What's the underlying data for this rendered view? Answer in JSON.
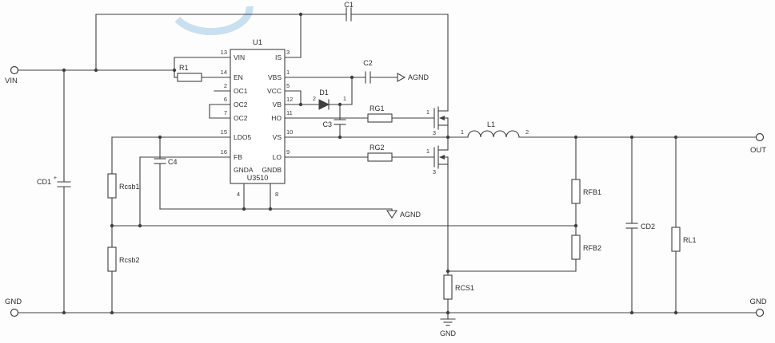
{
  "schematic": {
    "ic": {
      "ref": "U1",
      "part": "U3510",
      "left_pins": [
        {
          "num": "13",
          "name": "VIN"
        },
        {
          "num": "14",
          "name": "EN"
        },
        {
          "num": "2",
          "name": "OC1"
        },
        {
          "num": "6",
          "name": "OC2"
        },
        {
          "num": "7",
          "name": "OC2"
        },
        {
          "num": "15",
          "name": "LDO5"
        },
        {
          "num": "16",
          "name": "FB"
        }
      ],
      "right_pins": [
        {
          "num": "3",
          "name": "IS"
        },
        {
          "num": "1",
          "name": "VBS"
        },
        {
          "num": "5",
          "name": "VCC"
        },
        {
          "num": "12",
          "name": "VB"
        },
        {
          "num": "11",
          "name": "HO"
        },
        {
          "num": "10",
          "name": "VS"
        },
        {
          "num": "9",
          "name": "LO"
        }
      ],
      "bottom_pins": [
        {
          "num": "4",
          "name": "GNDA"
        },
        {
          "num": "8",
          "name": "GNDB"
        }
      ]
    },
    "components": {
      "c1": "C1",
      "c2": "C2",
      "c3": "C3",
      "c4": "C4",
      "cd1": "CD1",
      "cd2": "CD2",
      "d1": "D1",
      "r1": "R1",
      "rg1": "RG1",
      "rg2": "RG2",
      "rfb1": "RFB1",
      "rfb2": "RFB2",
      "rcs1": "RCS1",
      "rcsb1": "Rcsb1",
      "rcsb2": "Rcsb2",
      "rl1": "RL1",
      "l1": "L1"
    },
    "terminals": {
      "vin": "VIN",
      "gnd_left": "GND",
      "out": "OUT",
      "gnd_right": "GND"
    },
    "grounds": {
      "agnd_top": "AGND",
      "agnd_bottom": "AGND",
      "earth": "GND"
    },
    "pin_marks": {
      "d1_anode": "2",
      "d1_cathode": "1",
      "l1_left": "1",
      "l1_right": "2",
      "q_high_gate": "1",
      "q_high_source": "3",
      "q_low_gate": "1",
      "q_low_source": "3",
      "cd1_plus": "+"
    },
    "colors": {
      "line": "#404040",
      "watermark": "#b5d6ea"
    }
  }
}
